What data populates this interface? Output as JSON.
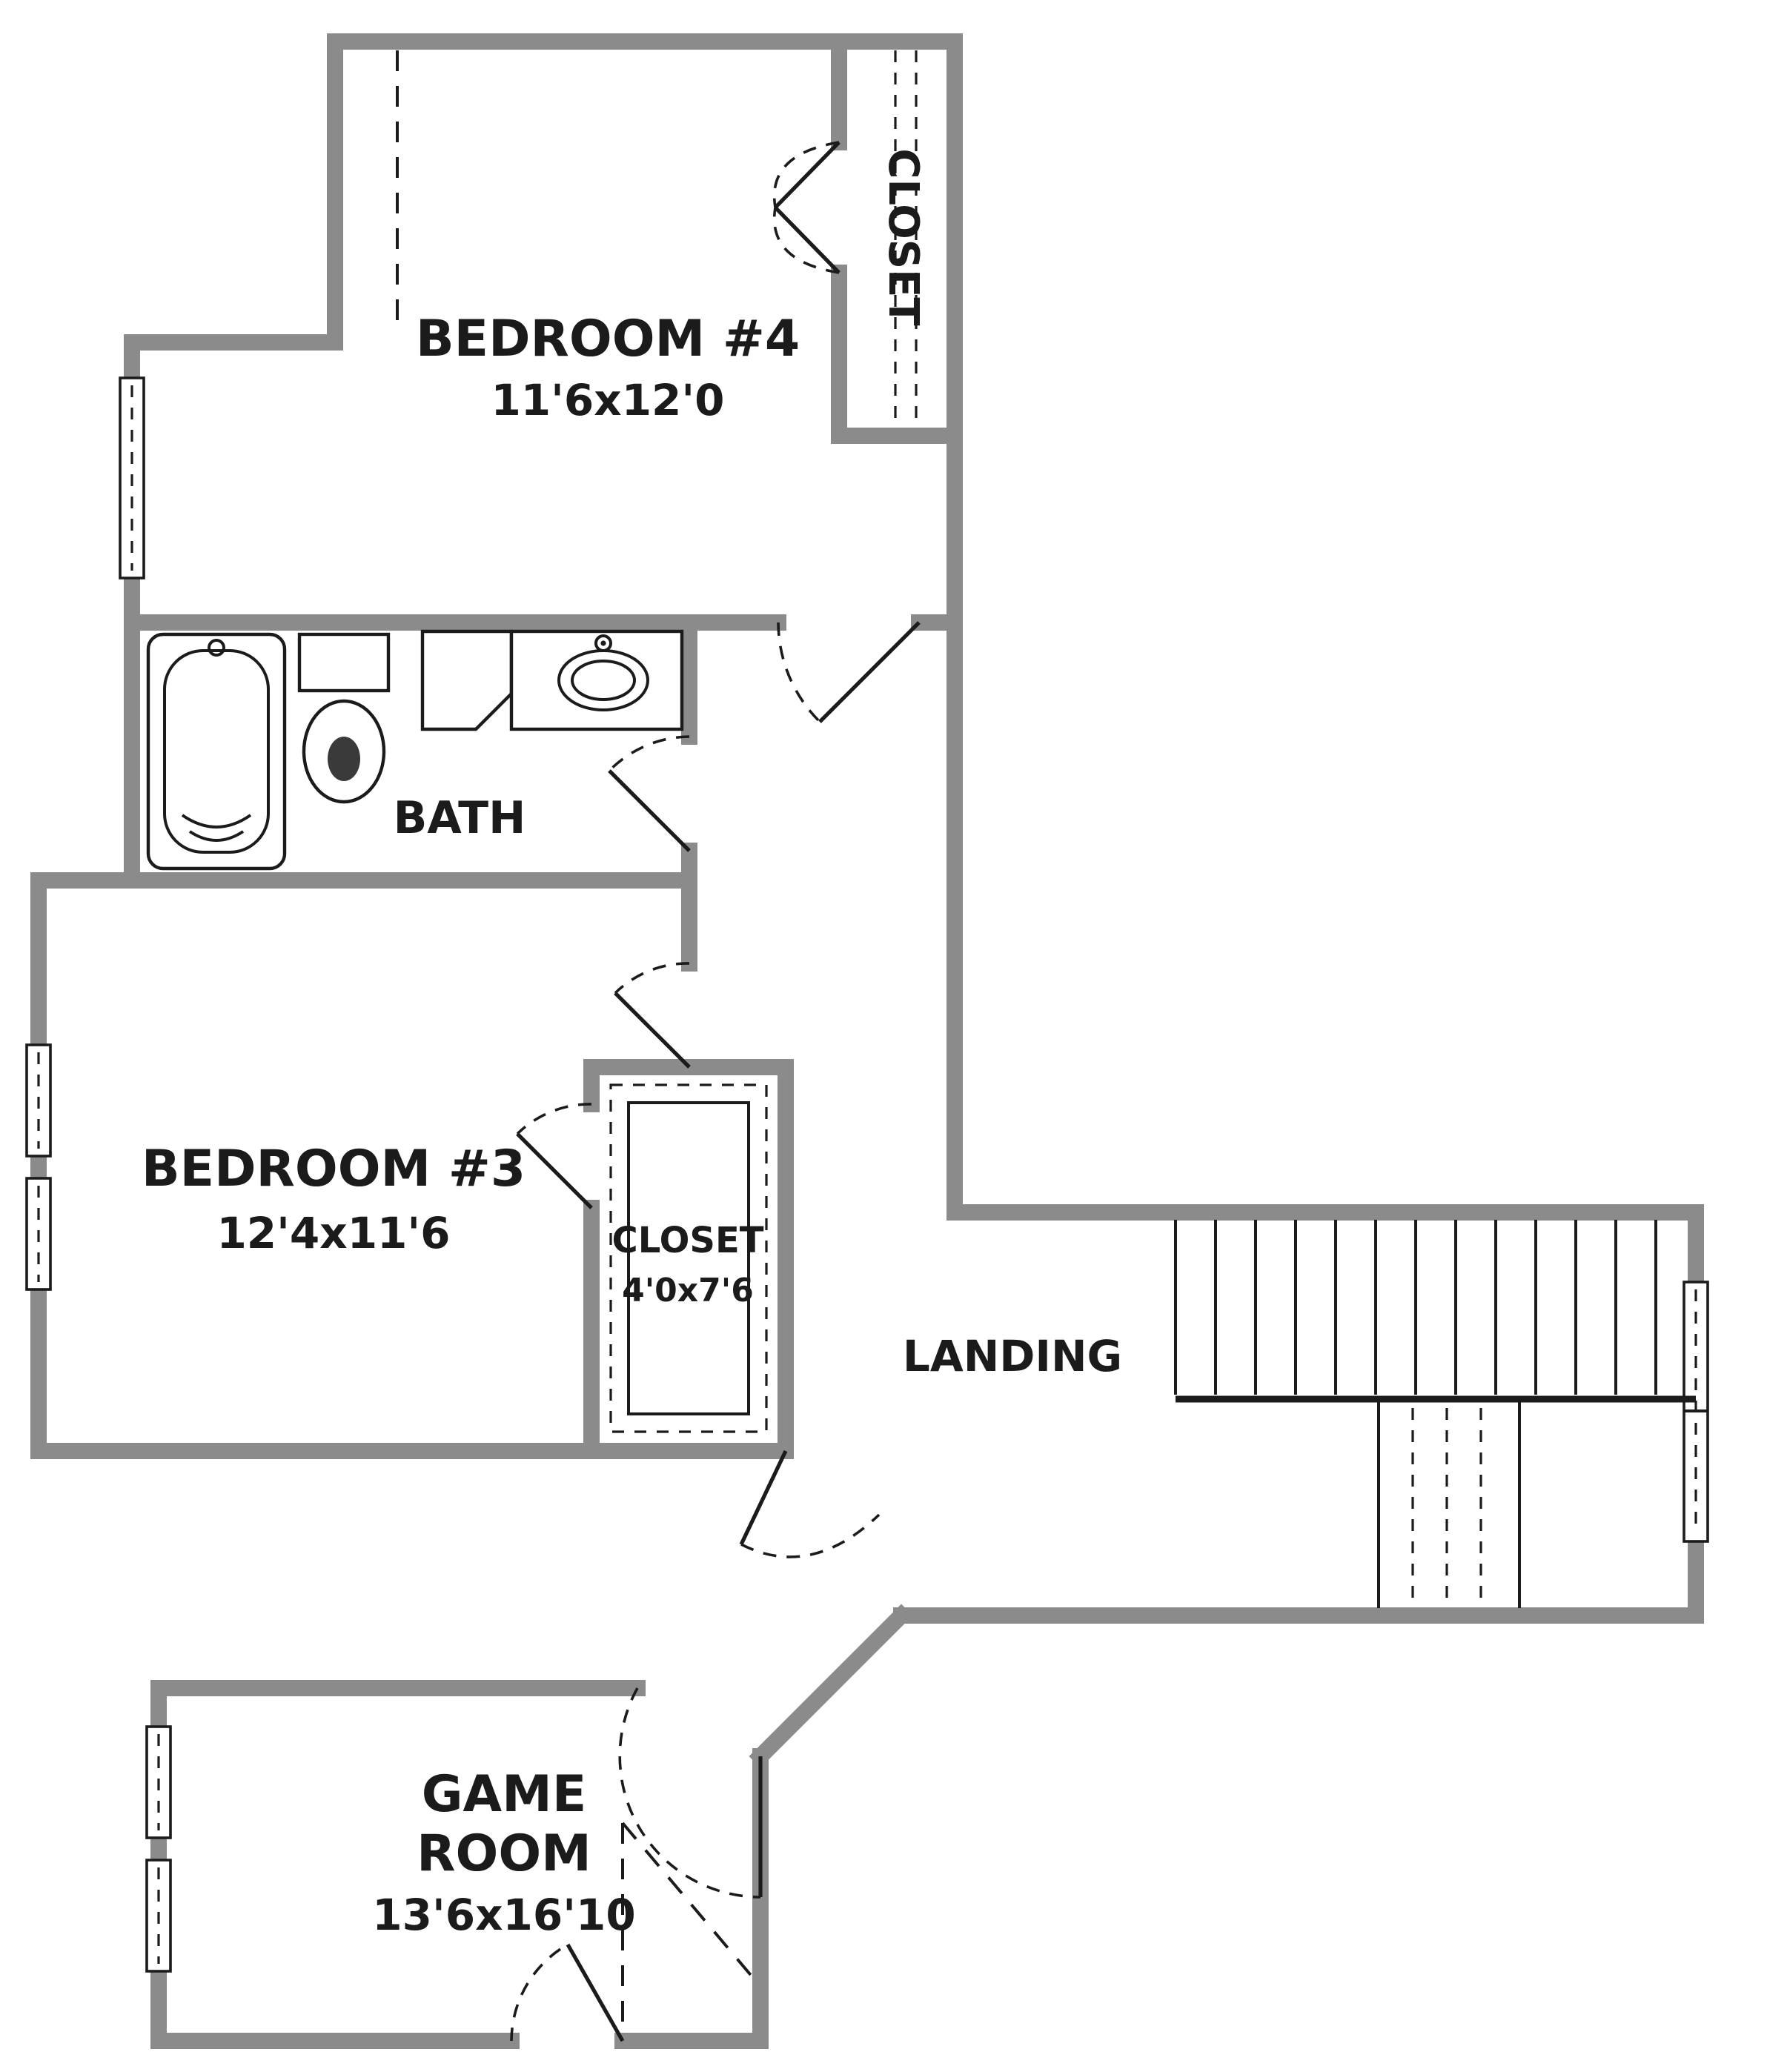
{
  "labels": {
    "bedroom4": "BEDROOM #4",
    "bedroom4_dims": "11'6x12'0",
    "closet4": "CLOSET",
    "bath": "BATH",
    "bedroom3": "BEDROOM #3",
    "bedroom3_dims": "12'4x11'6",
    "closet3": "CLOSET",
    "closet3_dims": "4'0x7'6",
    "landing": "LANDING",
    "game_room_line1": "GAME",
    "game_room_line2": "ROOM",
    "game_room_dims": "13'6x16'10"
  },
  "colors": {
    "wall": "#8b8b8b",
    "line": "#1b1b1b",
    "background": "#ffffff"
  }
}
